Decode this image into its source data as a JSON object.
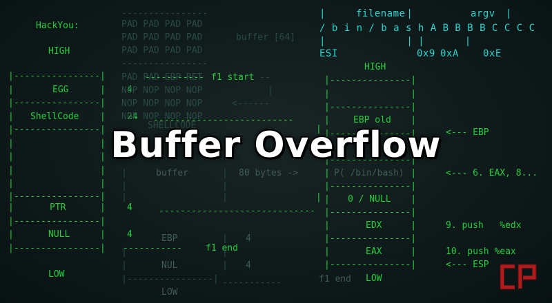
{
  "title": "Buffer Overflow",
  "left_stack": {
    "hackyou": "HackYou:",
    "high": "HIGH",
    "low": "LOW",
    "rows": [
      {
        "label": "EGG",
        "size": "4"
      },
      {
        "label": "ShellCode",
        "size": "24"
      },
      {
        "label": "PTR",
        "size": "4"
      },
      {
        "label": "NULL",
        "size": "4"
      }
    ]
  },
  "middle": {
    "pad_rows": [
      "PAD PAD PAD PAD",
      "PAD PAD PAD PAD",
      "PAD PAD PAD PAD"
    ],
    "buffer_label": "buffer [64]",
    "pad_ebp_ret": "PAD PAD EBP RET",
    "nop_rows": [
      "NOP NOP NOP NOP",
      "NOP NOP NOP NOP",
      "NOP NOP NOP NOP"
    ],
    "shellcode_faint": "SHELLCODE",
    "buffer_faint": "buffer",
    "bytes_faint": "80 bytes ->",
    "f1_start": "f1 start",
    "f1_end": "f1 end",
    "f1_end_faint": "f1 end",
    "ebp_faint": "EBP",
    "nul_faint": "NUL",
    "low_faint": "LOW",
    "four_a": "4",
    "four_b": "4"
  },
  "argv_header": {
    "col_filename": "filename",
    "col_argv": "argv",
    "row_string": "/ b i n / b a s h A B B B B C C C C",
    "esi": "ESI",
    "addr_1": "0x9",
    "addr_2": "0xA",
    "addr_3": "0xE"
  },
  "right_stack": {
    "high": "HIGH",
    "low": "LOW",
    "cells": [
      "EBP old",
      "P( /bin/bash)",
      "0 / NULL",
      "EDX",
      "EAX"
    ],
    "annotations": [
      "<--- EBP",
      "<--- 6. EAX, 8...",
      "9. push   %edx",
      "10. push %eax",
      "<--- ESP"
    ]
  },
  "logo": {
    "text": "CP",
    "color": "#b01c1c"
  }
}
